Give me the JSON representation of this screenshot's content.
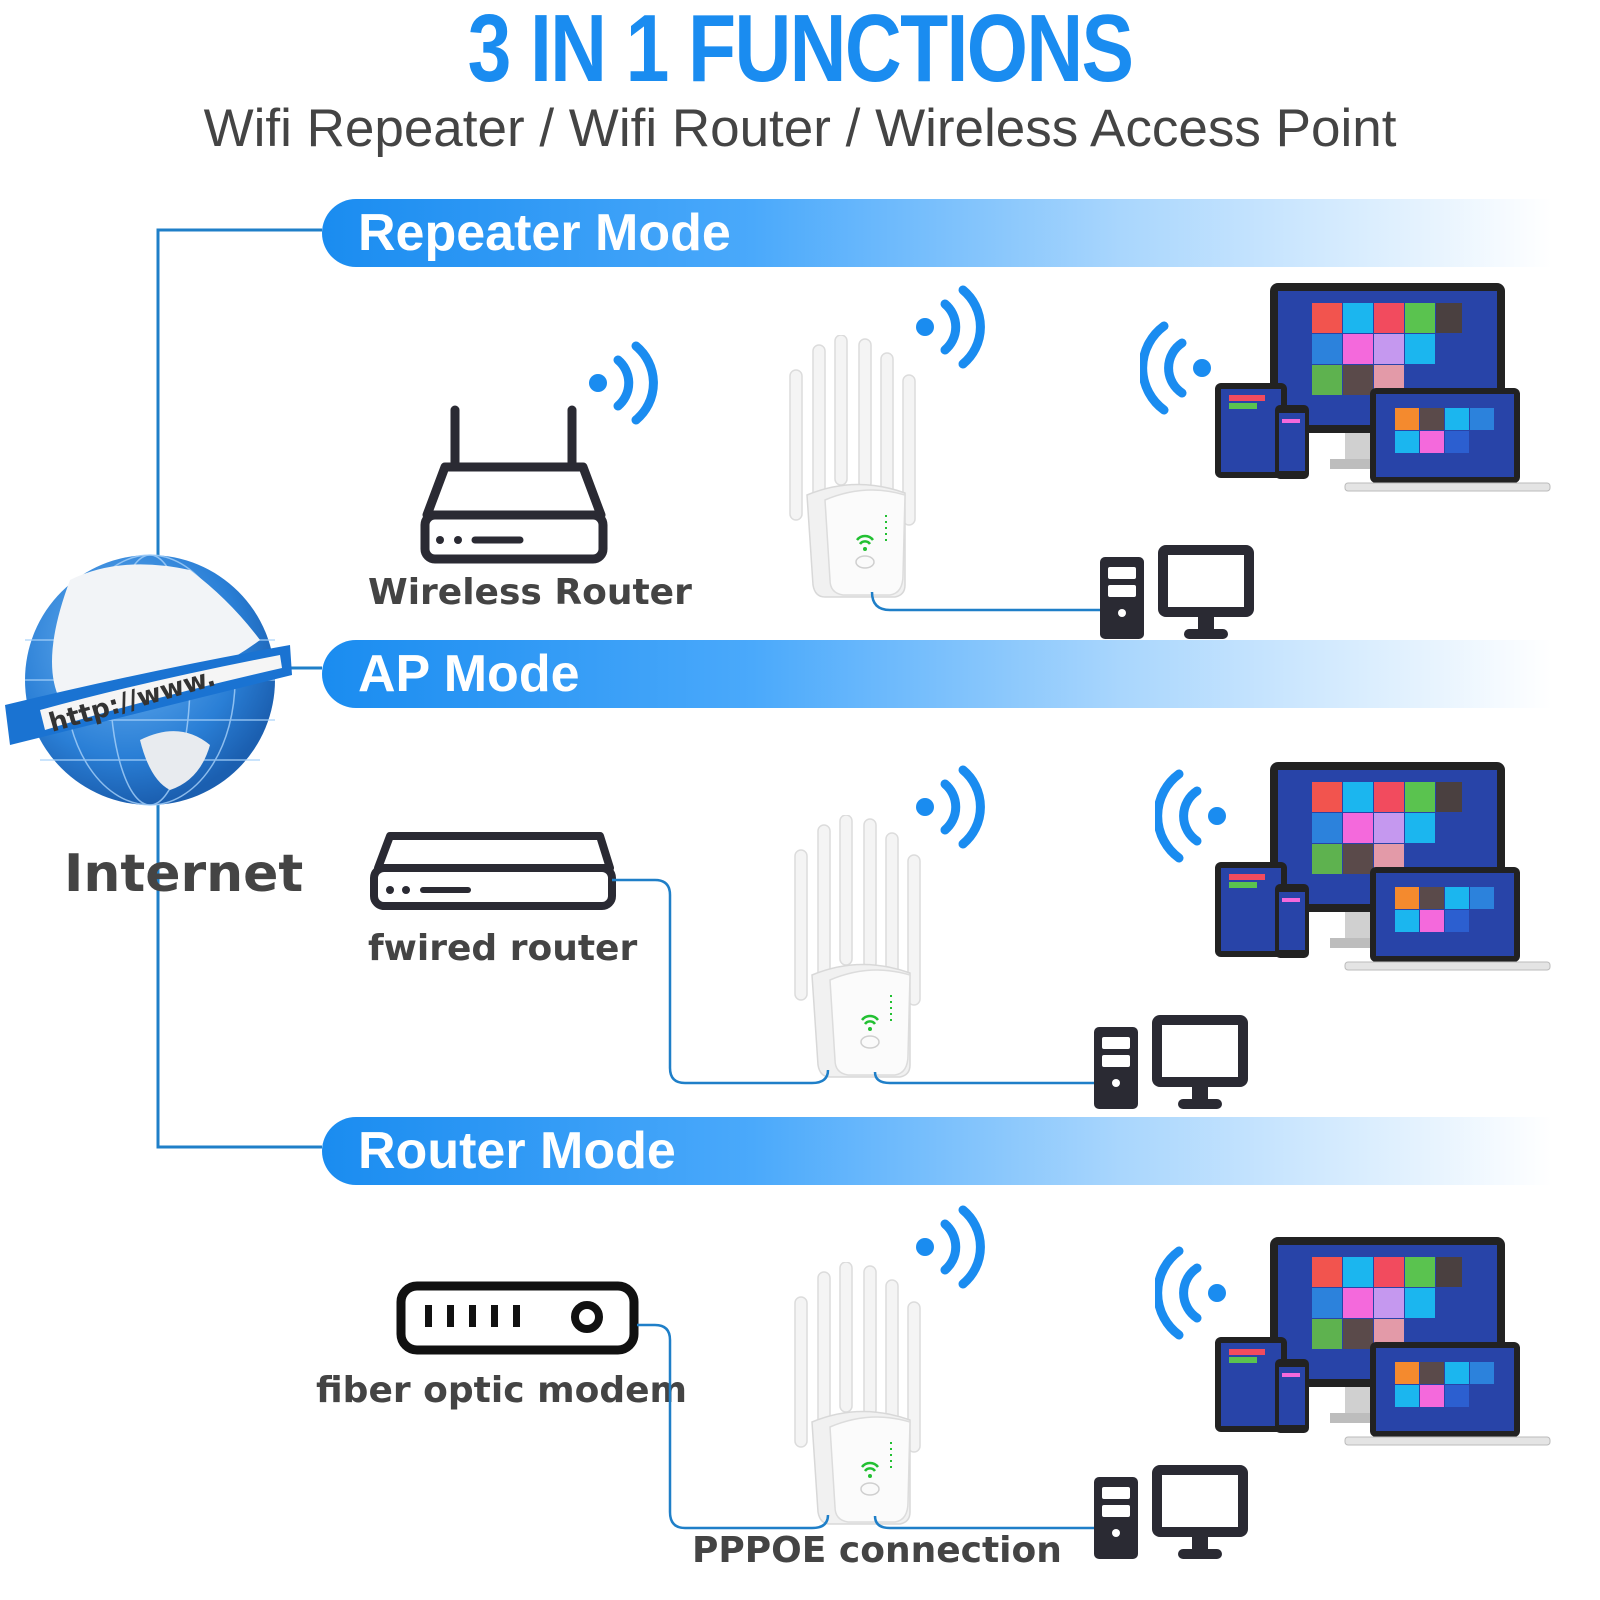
{
  "header": {
    "title": "3 IN 1 FUNCTIONS",
    "subtitle": "Wifi Repeater / Wifi Router / Wireless Access Point"
  },
  "internet": {
    "label": "Internet",
    "globe_banner": "http://www."
  },
  "modes": [
    {
      "label": "Repeater Mode",
      "source_device": "Wireless Router",
      "source_icon": "wireless-router-icon",
      "connection_label": ""
    },
    {
      "label": "AP Mode",
      "source_device": "fwired router",
      "source_icon": "wired-router-icon",
      "connection_label": ""
    },
    {
      "label": "Router Mode",
      "source_device": "fiber optic modem",
      "source_icon": "fiber-modem-icon",
      "connection_label": "PPPOE connection"
    }
  ],
  "colors": {
    "accent": "#1a8cf0",
    "line": "#1f7fc8",
    "icon_dark": "#2a2a33",
    "text_gray": "#444444",
    "led_green": "#22c032"
  }
}
